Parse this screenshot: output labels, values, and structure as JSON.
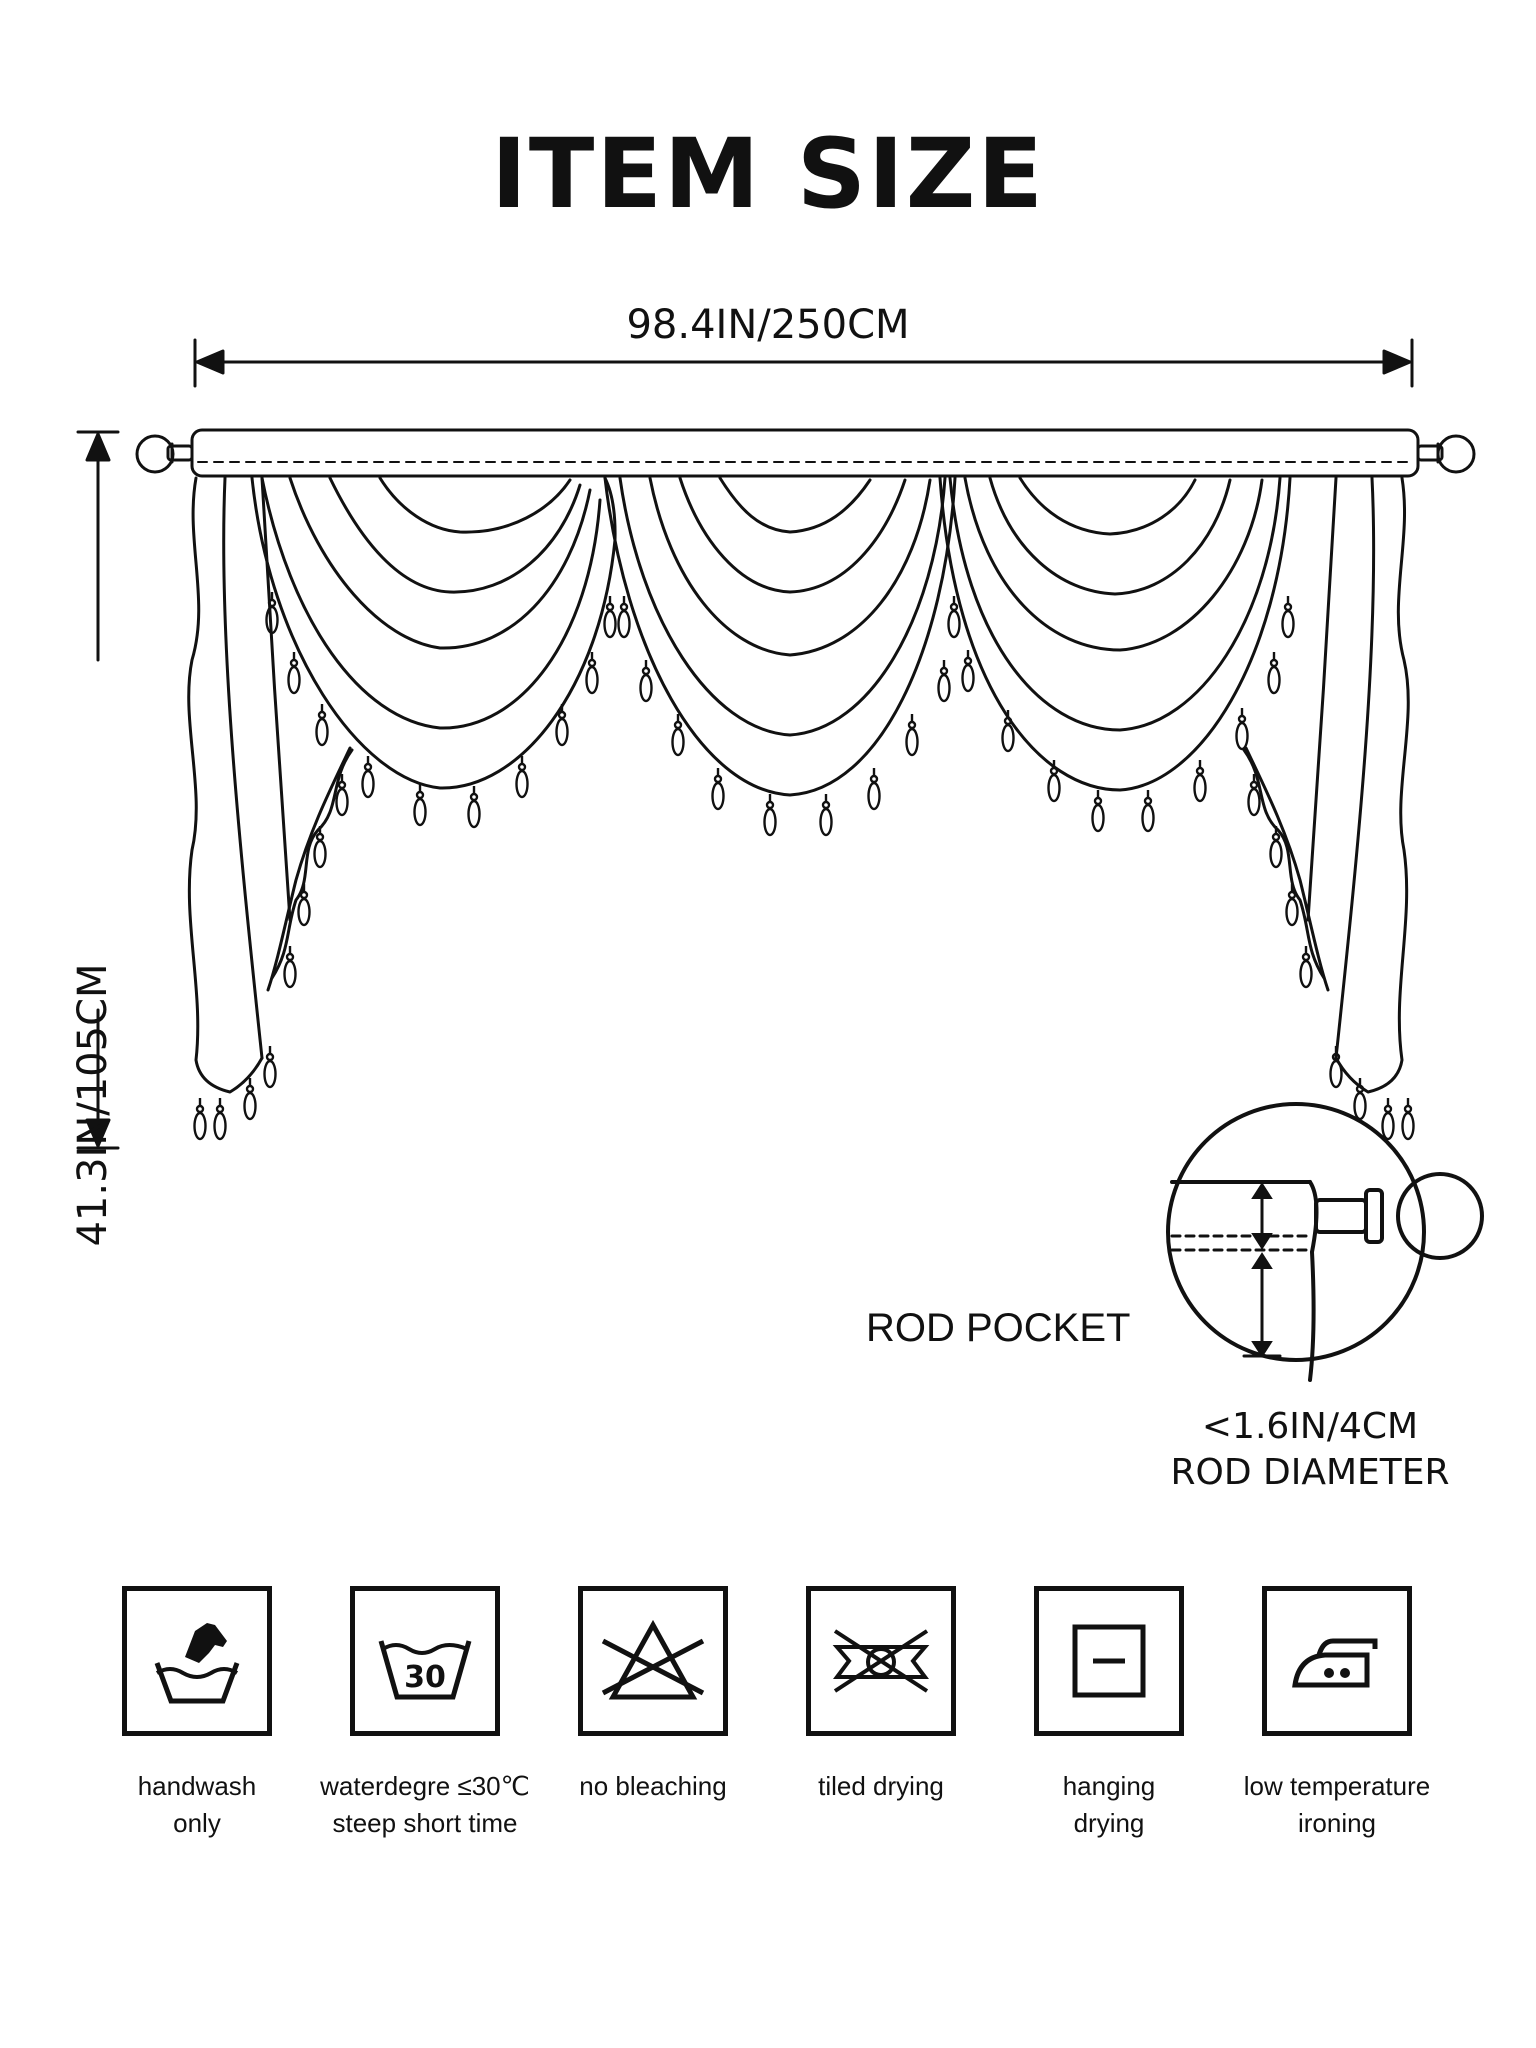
{
  "title": "ITEM SIZE",
  "dimensions": {
    "width_label": "98.4IN/250CM",
    "height_label": "41.3IN/105CM"
  },
  "rod_pocket": {
    "label": "ROD POCKET",
    "diameter_line1": "<1.6IN/4CM",
    "diameter_line2": "ROD DIAMETER"
  },
  "care_instructions": [
    {
      "icon": "handwash-icon",
      "line1": "handwash",
      "line2": "only"
    },
    {
      "icon": "wash-30-icon",
      "icon_text": "30",
      "line1": "waterdegre ≤30℃",
      "line2": "steep short time"
    },
    {
      "icon": "no-bleach-icon",
      "line1": "no bleaching",
      "line2": ""
    },
    {
      "icon": "tiled-drying-icon",
      "line1": "tiled drying",
      "line2": ""
    },
    {
      "icon": "hanging-drying-icon",
      "line1": "hanging",
      "line2": "drying"
    },
    {
      "icon": "low-iron-icon",
      "line1": "low temperature",
      "line2": "ironing"
    }
  ],
  "colors": {
    "ink": "#111111",
    "background": "#ffffff"
  }
}
